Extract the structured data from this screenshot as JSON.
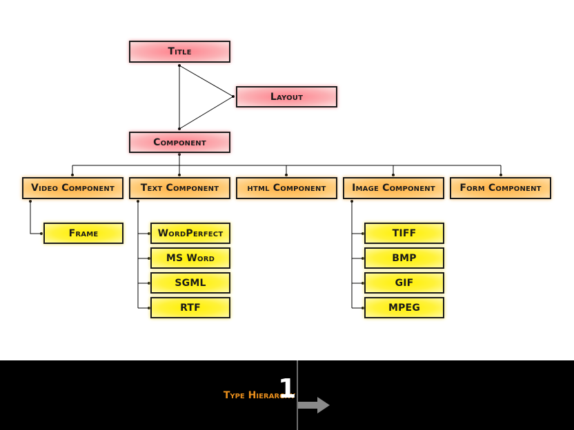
{
  "diagram": {
    "root": "Title",
    "layout": "Layout",
    "component": "Component",
    "component_types": [
      "Video Component",
      "Text Component",
      "html Component",
      "Image Component",
      "Form Component"
    ],
    "video_children": [
      "Frame"
    ],
    "text_children": [
      "WordPerfect",
      "MS Word",
      "SGML",
      "RTF"
    ],
    "image_children": [
      "TIFF",
      "BMP",
      "GIF",
      "MPEG"
    ]
  },
  "footer": {
    "title": "Type Hierarchy",
    "number": "1",
    "arrow_icon": "right-arrow-icon"
  },
  "colors": {
    "pink": "#fbb0b4",
    "orange": "#ffc870",
    "yellow": "#fff23a",
    "footer_background": "#000000",
    "footer_title": "#e88e1c"
  }
}
